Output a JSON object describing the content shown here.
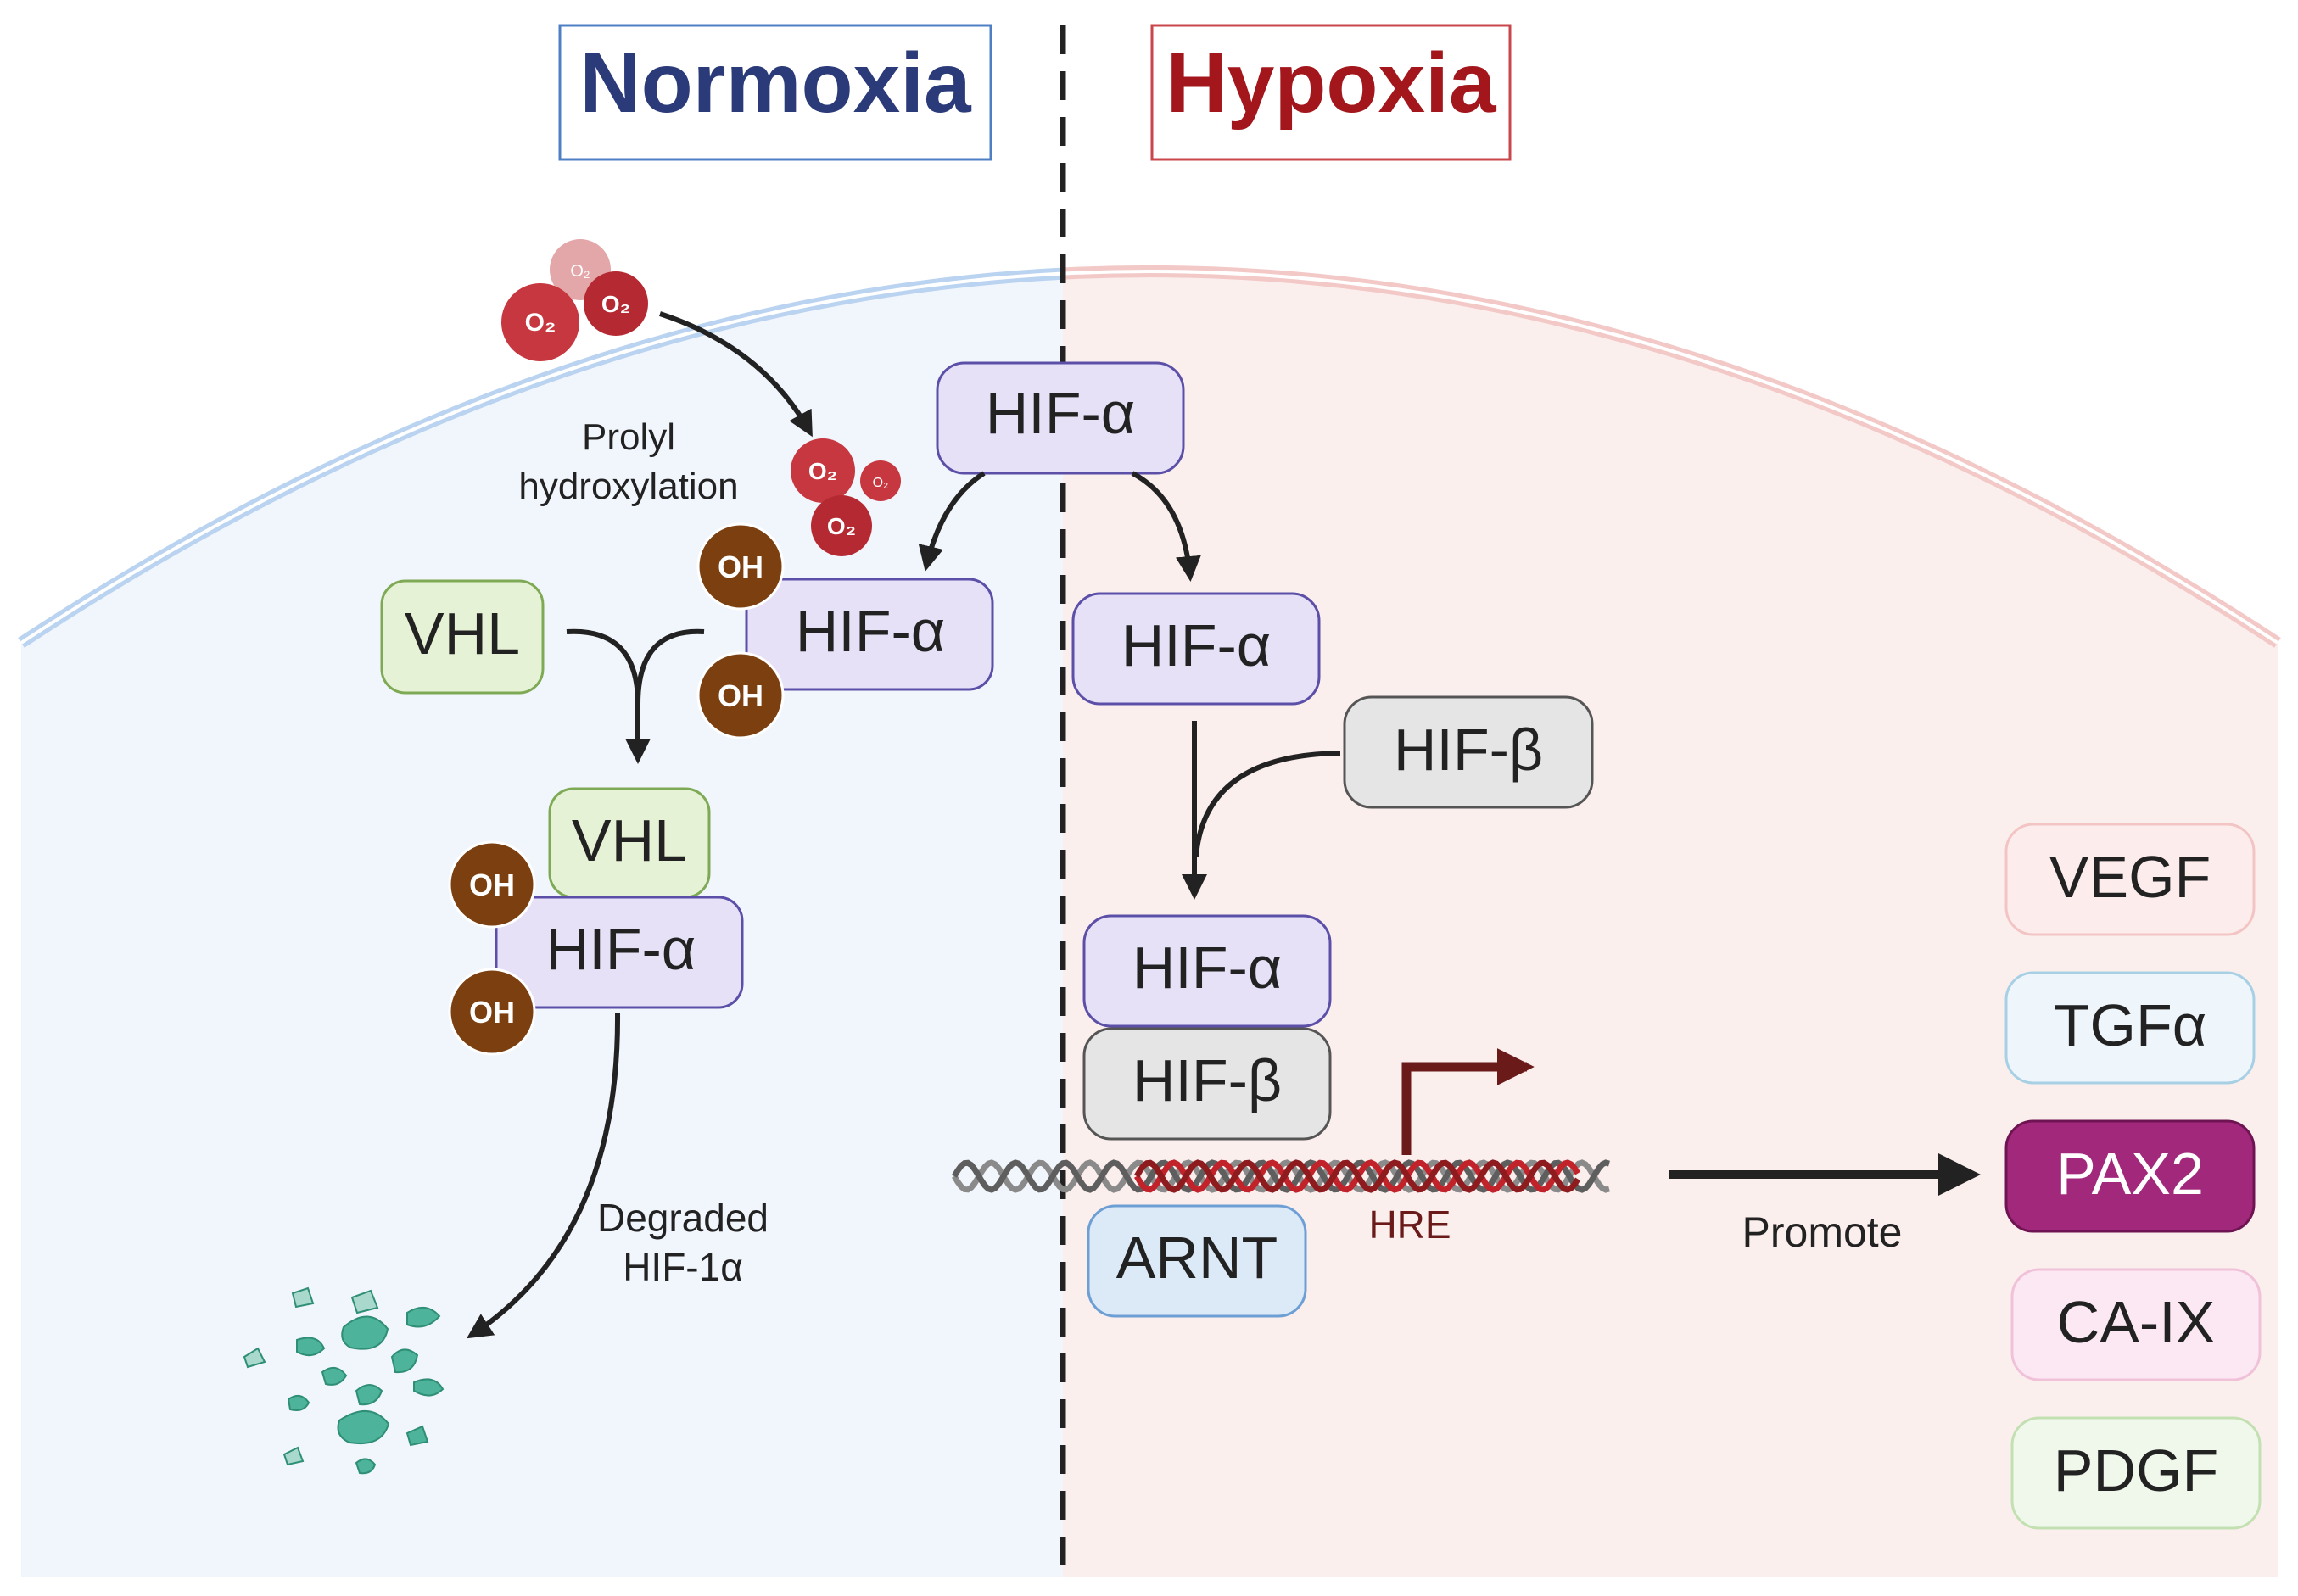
{
  "titles": {
    "normoxia": "Normoxia",
    "hypoxia": "Hypoxia"
  },
  "normoxia": {
    "hydroxylation_line1": "Prolyl",
    "hydroxylation_line2": "hydroxylation",
    "hif_alpha_top": "HIF-α",
    "hif_alpha_hydroxylated": "HIF-α",
    "vhl": "VHL",
    "vhl_bound": "VHL",
    "hif_alpha_bound": "HIF-α",
    "oh": "OH",
    "degraded_line1": "Degraded",
    "degraded_line2": "HIF-1α",
    "o2": "O₂"
  },
  "hypoxia": {
    "hif_alpha": "HIF-α",
    "hif_beta": "HIF-β",
    "complex_alpha": "HIF-α",
    "complex_beta": "HIF-β",
    "arnt": "ARNT",
    "hre": "HRE",
    "promote": "Promote"
  },
  "targets": [
    "VEGF",
    "TGFα",
    "PAX2",
    "CA-IX",
    "PDGF"
  ],
  "colors": {
    "normoxia_title": "#2B3A78",
    "hypoxia_title": "#A3161C",
    "normoxia_bg": "#F1F6FC",
    "hypoxia_bg": "#FBEFEE",
    "hif_alpha_fill": "#E6E1F7",
    "hif_alpha_stroke": "#5B4FA8",
    "vhl_fill": "#E6F2D5",
    "vhl_stroke": "#7FAA55",
    "hif_beta_fill": "#E5E5E5",
    "oh_fill": "#7B3F10",
    "o2_fill": "#C7373F",
    "pax2_fill": "#A1287A",
    "hre_color": "#6B1A1A",
    "fragment_color": "#4DB39A"
  }
}
